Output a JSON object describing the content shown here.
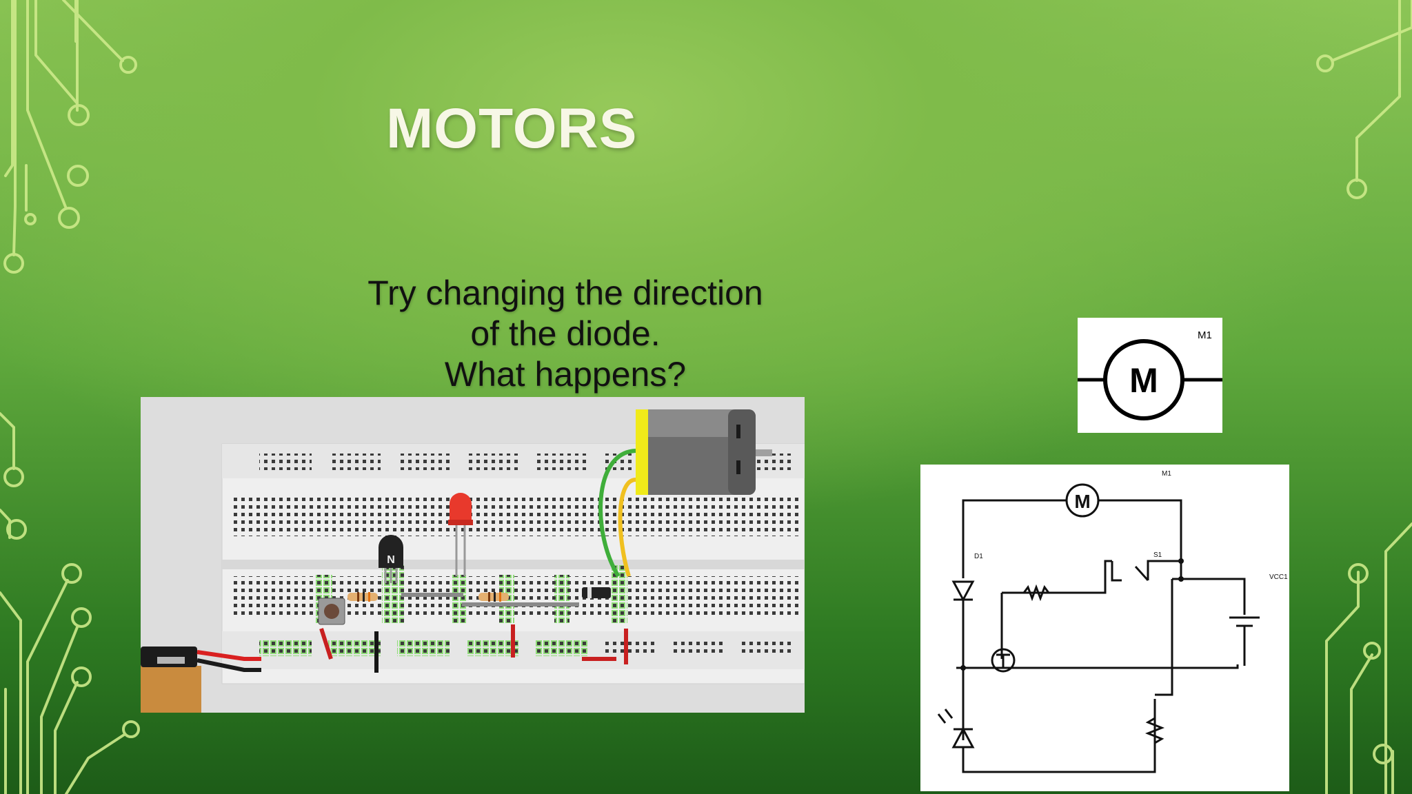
{
  "slide": {
    "title": "MOTORS",
    "instructions": [
      "Try changing the direction",
      "of the diode.",
      "What happens?"
    ]
  },
  "motor_symbol": {
    "letter": "M",
    "label": "M1"
  },
  "schematic": {
    "labels": {
      "motor": "M1",
      "diode": "D1",
      "switch": "S1",
      "battery": "VCC1",
      "motor_letter": "M"
    }
  },
  "breadboard": {
    "transistor_label": "N"
  },
  "colors": {
    "accent_trace": "#cdea8a",
    "title": "#f7f7e6"
  },
  "icons": [
    "circuit-trace-decoration",
    "motor-icon",
    "breadboard-photo",
    "circuit-schematic"
  ]
}
